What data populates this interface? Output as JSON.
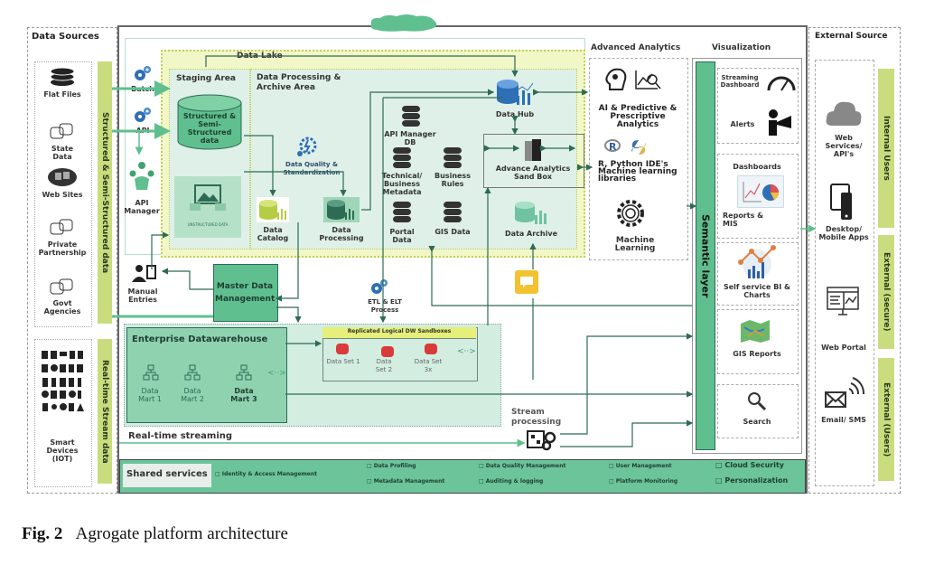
{
  "caption": {
    "fig": "Fig. 2",
    "title": "Agrogate platform architecture"
  },
  "data_sources": {
    "title": "Data Sources",
    "structured_bar": "Structured & Semi-Structured data",
    "realtime_bar": "Real-time Stream data",
    "items": [
      "Flat Files",
      "State Data",
      "Web Sites",
      "Private Partnership",
      "Govt Agencies"
    ],
    "smart_devices": "Smart Devices (IOT)"
  },
  "ingest": {
    "batch": "Batch",
    "api": "API",
    "api_manager": "API Manager",
    "manual_entries": "Manual Entries"
  },
  "data_lake": {
    "title": "Data Lake",
    "staging": {
      "title": "Staging Area",
      "structured": "Structured & Semi-Structured data",
      "unstructured": "UNSTRUCTURED DATA"
    },
    "processing": {
      "title": "Data Processing & Archive Area",
      "data_quality": "Data Quality & Standardization",
      "data_catalog": "Data Catalog",
      "data_processing": "Data Processing",
      "api_manager_db": "API Manager DB",
      "tech_metadata": "Technical/ Business Metadata",
      "business_rules": "Business Rules",
      "portal_data": "Portal Data",
      "gis_data": "GIS Data",
      "data_hub": "Data Hub",
      "sandbox": "Advance Analytics Sand Box",
      "data_archive": "Data Archive"
    }
  },
  "master_data": "Master Data Management",
  "etl": "ETL & ELT Process",
  "edw": {
    "title": "Enterprise Datawarehouse",
    "marts": [
      "Data Mart 1",
      "Data Mart 2",
      "Data Mart 3"
    ]
  },
  "sandboxes": {
    "title": "Replicated Logical DW Sandboxes",
    "sets": [
      "Data Set 1",
      "Data Set 2",
      "Data Set 3x"
    ]
  },
  "streaming": {
    "realtime": "Real-time streaming",
    "processing": "Stream processing"
  },
  "advanced_analytics": {
    "title": "Advanced Analytics",
    "ai": "AI & Predictive & Prescriptive Analytics",
    "r_python": "R, Python IDE's Machine learning libraries",
    "ml": "Machine Learning"
  },
  "visualization": {
    "title": "Visualization",
    "semantic_layer": "Semantic layer",
    "streaming_dashboard": "Streaming Dashboard",
    "alerts": "Alerts",
    "dashboards": "Dashboards",
    "reports": "Reports & MIS",
    "self_service": "Self service BI & Charts",
    "gis_reports": "GIS Reports",
    "search": "Search"
  },
  "external": {
    "title": "External Source",
    "items": [
      "Web Services/ API's",
      "Desktop/ Mobile Apps",
      "Web Portal",
      "Email/ SMS"
    ],
    "bars": [
      "Internal Users",
      "External (secure)",
      "External (Users)"
    ]
  },
  "shared_services": {
    "title": "Shared services",
    "items": [
      "Identity & Access Management",
      "Data Profiling",
      "Metadata Management",
      "Data Quality Management",
      "Auditing & logging",
      "User Management",
      "Platform Monitoring",
      "Cloud Security",
      "Personalization"
    ]
  },
  "colors": {
    "green": "#5fbf8f",
    "lime": "#c9dc7e",
    "lake": "#f2f7c8",
    "lakeInner": "#dff0e8",
    "dark": "#2e6b55",
    "red": "#d93a3a",
    "blue": "#2e6fb5",
    "yellow": "#f2c230"
  }
}
